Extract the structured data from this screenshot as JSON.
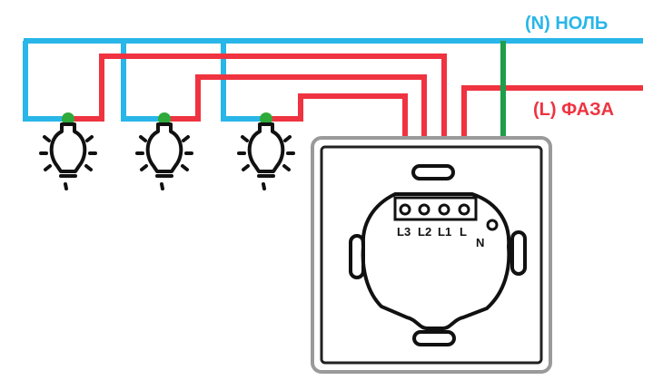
{
  "labels": {
    "neutral": "(N) НОЛЬ",
    "phase": "(L) ФАЗА"
  },
  "terminals": [
    "L3",
    "L2",
    "L1",
    "L",
    "N"
  ],
  "colors": {
    "neutral_wire": "#29b6e8",
    "phase_wire": "#ef3340",
    "ground_wire": "#1e9e4a",
    "outline": "#111111",
    "lamp_base": "#2eaa3a"
  },
  "icons": {
    "lamp": "light-bulb-icon"
  }
}
